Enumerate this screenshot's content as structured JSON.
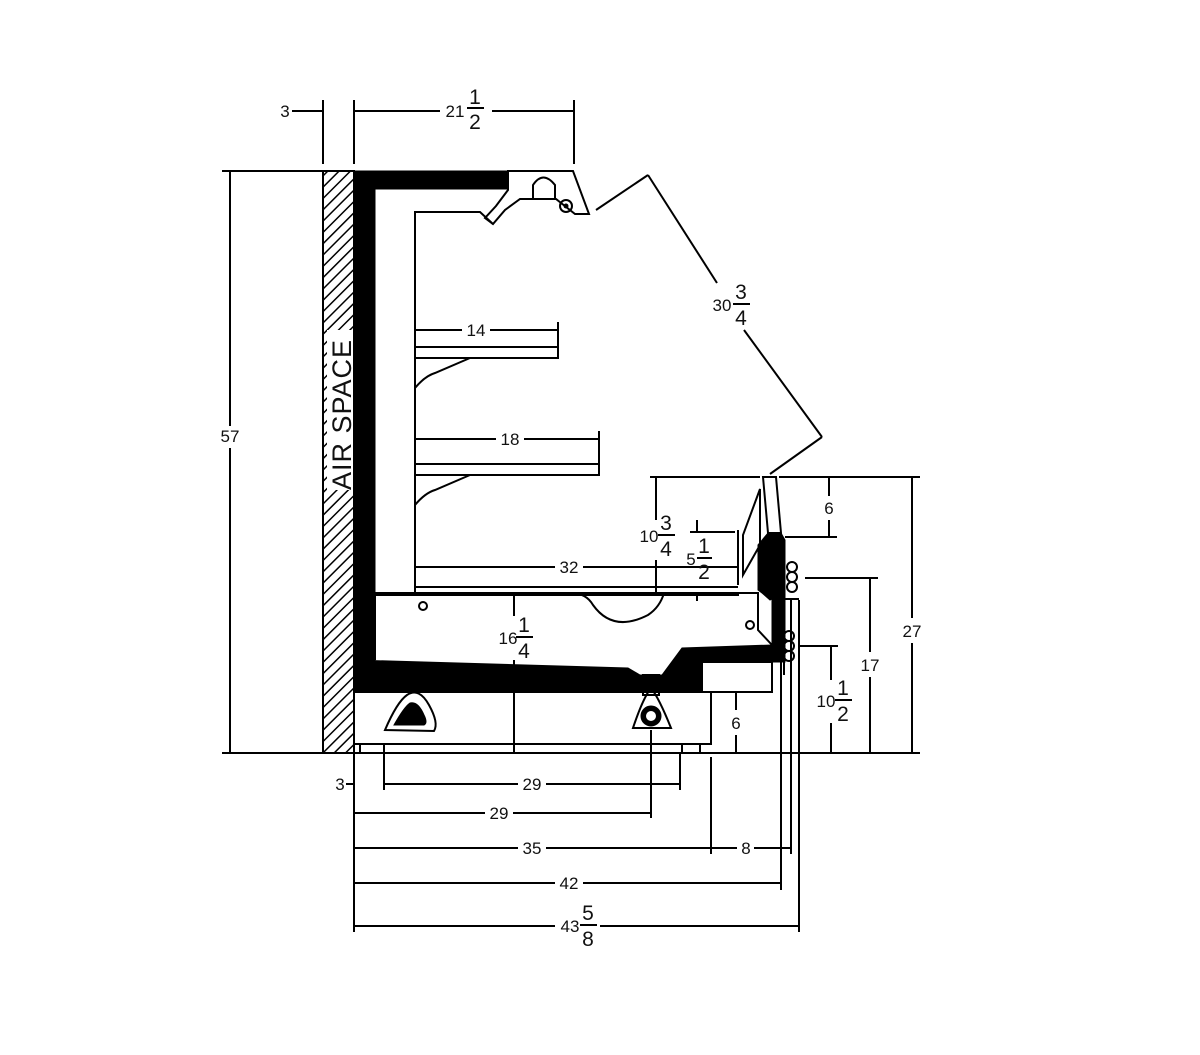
{
  "diagram": {
    "wall_label": "AIR SPACE",
    "dimensions": {
      "wall_gap": "3",
      "top_depth_whole": "21",
      "top_depth_num": "1",
      "top_depth_den": "2",
      "overall_height": "57",
      "opening_whole": "30",
      "opening_num": "3",
      "opening_den": "4",
      "shelf_upper": "14",
      "shelf_lower": "18",
      "deck_depth": "32",
      "front_height_whole": "10",
      "front_height_num": "3",
      "front_height_den": "4",
      "inner_front_whole": "5",
      "inner_front_num": "1",
      "inner_front_den": "2",
      "bumper_top": "6",
      "front_overall": "27",
      "bumper_lower": "17",
      "rail_height_whole": "10",
      "rail_height_num": "1",
      "rail_height_den": "2",
      "base_height_whole": "16",
      "base_height_num": "1",
      "base_height_den": "4",
      "toe_kick": "6",
      "leg_offset": "3",
      "leg_span": "29",
      "drain_offset": "29",
      "base_depth": "35",
      "front_overhang": "8",
      "overall_depth": "42",
      "max_depth_whole": "43",
      "max_depth_num": "5",
      "max_depth_den": "8"
    }
  }
}
